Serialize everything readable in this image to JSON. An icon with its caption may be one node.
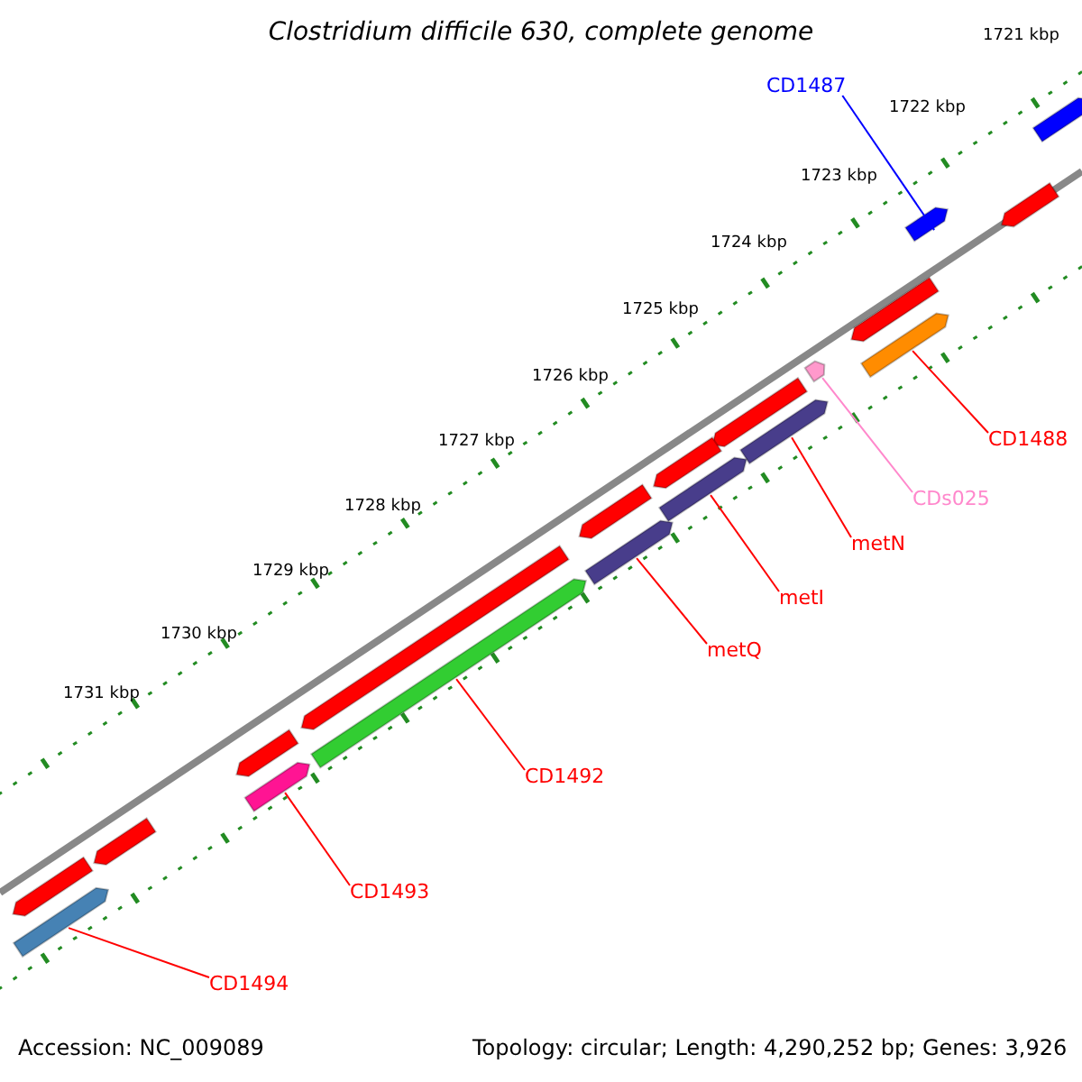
{
  "diagram": {
    "title": "Clostridium difficile 630, complete genome",
    "nodes": [
      {
        "text": [
          "CD1487"
        ]
      },
      {
        "text": [],
        "shape": "bar"
      },
      {
        "text": [
          "CD1488"
        ]
      },
      {
        "text": [],
        "shape": "bar"
      },
      {
        "text": [
          "CDs025"
        ]
      },
      {
        "text": [],
        "shape": "bar"
      },
      {
        "text": [
          "metN"
        ]
      },
      {
        "text": [],
        "shape": "bar"
      },
      {
        "text": [
          "metI"
        ]
      },
      {
        "text": [],
        "shape": "bar"
      },
      {
        "text": [
          "metQ"
        ]
      },
      {
        "text": [],
        "shape": "bar"
      },
      {
        "text": [
          "CD1492"
        ]
      },
      {
        "text": [],
        "shape": "bar"
      },
      {
        "text": [
          "CD1493"
        ]
      },
      {
        "text": [],
        "shape": "bar"
      },
      {
        "text": [
          "CD1494"
        ]
      },
      {
        "text": [],
        "shape": "bar"
      },
      {
        "text": [],
        "shape": "bar"
      },
      {
        "text": [],
        "shape": "bar"
      },
      {
        "text": [],
        "shape": "bar"
      },
      {
        "text": [],
        "shape": "bar"
      },
      {
        "text": [],
        "shape": "bar"
      },
      {
        "text": [],
        "shape": "bar"
      },
      {
        "text": [],
        "shape": "bar"
      },
      {
        "text": [],
        "shape": "bar"
      },
      {
        "text": [],
        "shape": "bar"
      },
      {
        "text": [],
        "shape": "bar"
      }
    ],
    "edges": [
      {
        "from": 0,
        "to": 1,
        "arrow": "none",
        "color": "#0000ff"
      },
      {
        "from": 2,
        "to": 3,
        "arrow": "none"
      },
      {
        "from": 4,
        "to": 5,
        "arrow": "none",
        "color": "#ff88cc"
      },
      {
        "from": 6,
        "to": 7,
        "arrow": "none"
      },
      {
        "from": 8,
        "to": 9,
        "arrow": "none"
      },
      {
        "from": 10,
        "to": 11,
        "arrow": "none"
      },
      {
        "from": 12,
        "to": 13,
        "arrow": "none"
      },
      {
        "from": 14,
        "to": 15,
        "arrow": "none"
      },
      {
        "from": 16,
        "to": 17,
        "arrow": "none"
      }
    ],
    "labels": [
      "1721 kbp",
      "1722 kbp",
      "1723 kbp",
      "1724 kbp",
      "1725 kbp",
      "1726 kbp",
      "1727 kbp",
      "1728 kbp",
      "1729 kbp",
      "1730 kbp",
      "1731 kbp",
      "Accession: NC_009089",
      "Topology: circular; Length: 4,290,252 bp; Genes: 3,926"
    ]
  }
}
